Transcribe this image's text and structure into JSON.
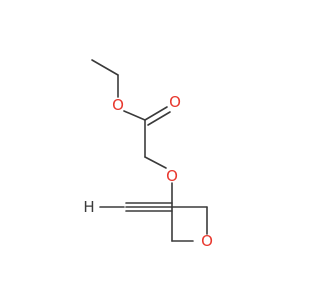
{
  "molecule": {
    "atoms": {
      "ester_o": {
        "label": "O",
        "color": "#e8372d"
      },
      "carbonyl_o": {
        "label": "O",
        "color": "#e8372d"
      },
      "ether_o": {
        "label": "O",
        "color": "#e8372d"
      },
      "ring_o": {
        "label": "O",
        "color": "#e8372d"
      },
      "alkyne_h": {
        "label": "H",
        "color": "#3a3a3a"
      }
    },
    "bond_color": "#3a3a3a"
  }
}
